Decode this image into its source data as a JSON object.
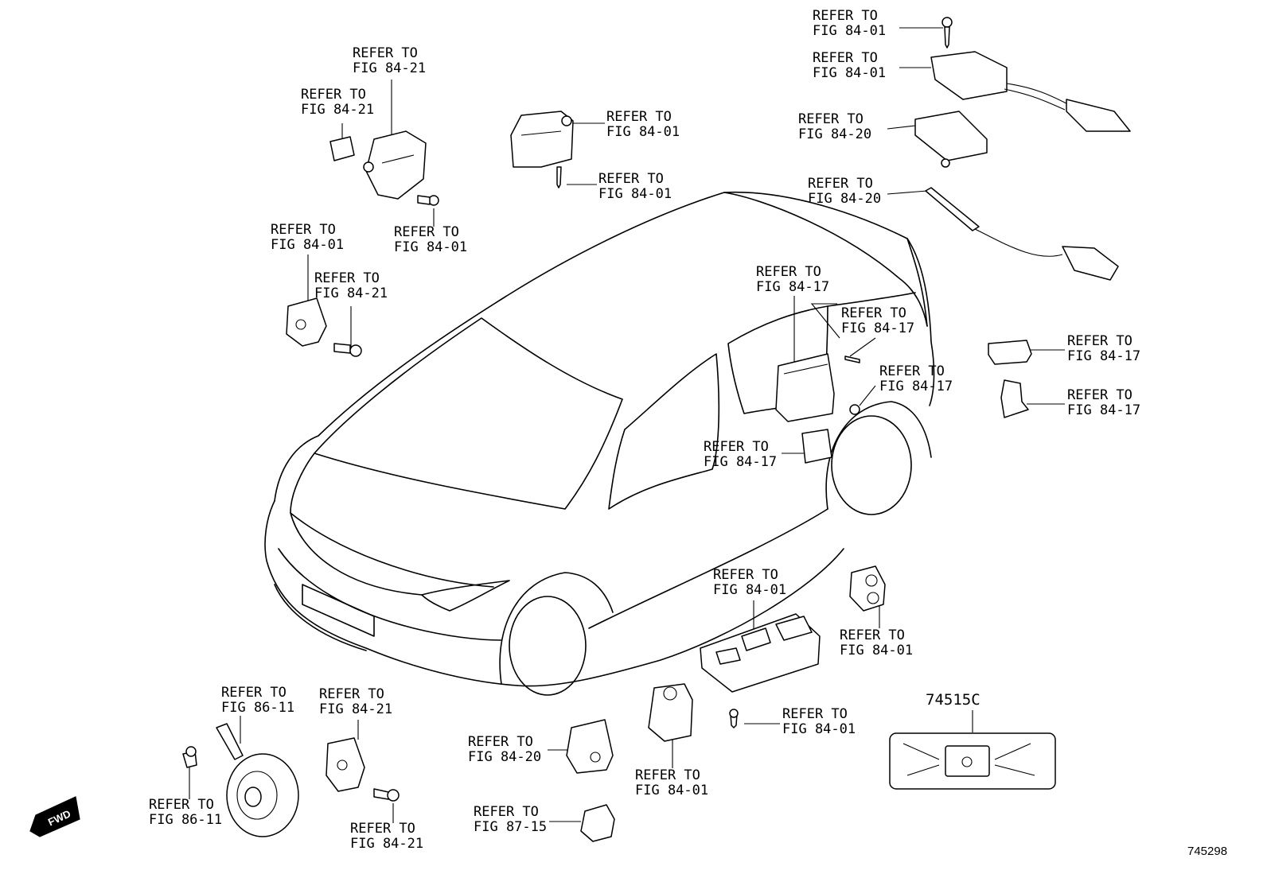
{
  "labels": [
    {
      "line1": "REFER TO",
      "line2": "FIG 84-01"
    },
    {
      "line1": "REFER TO",
      "line2": "FIG 84-01"
    },
    {
      "line1": "REFER TO",
      "line2": "FIG 84-20"
    },
    {
      "line1": "REFER TO",
      "line2": "FIG 84-20"
    },
    {
      "line1": "REFER TO",
      "line2": "FIG 84-01"
    },
    {
      "line1": "REFER TO",
      "line2": "FIG 84-21"
    },
    {
      "line1": "REFER TO",
      "line2": "FIG 84-21"
    },
    {
      "line1": "REFER TO",
      "line2": "FIG 84-01"
    },
    {
      "line1": "REFER TO",
      "line2": "FIG 84-01"
    },
    {
      "line1": "REFER TO",
      "line2": "FIG 84-01"
    },
    {
      "line1": "REFER TO",
      "line2": "FIG 84-21"
    },
    {
      "line1": "REFER TO",
      "line2": "FIG 84-17"
    },
    {
      "line1": "REFER TO",
      "line2": "FIG 84-17"
    },
    {
      "line1": "REFER TO",
      "line2": "FIG 84-17"
    },
    {
      "line1": "REFER TO",
      "line2": "FIG 84-17"
    },
    {
      "line1": "REFER TO",
      "line2": "FIG 84-17"
    },
    {
      "line1": "REFER TO",
      "line2": "FIG 84-17"
    },
    {
      "line1": "REFER TO",
      "line2": "FIG 84-01"
    },
    {
      "line1": "REFER TO",
      "line2": "FIG 84-01"
    },
    {
      "line1": "REFER TO",
      "line2": "FIG 84-01"
    },
    {
      "line1": "REFER TO",
      "line2": "FIG 84-01"
    },
    {
      "line1": "REFER TO",
      "line2": "FIG 86-11"
    },
    {
      "line1": "REFER TO",
      "line2": "FIG 84-21"
    },
    {
      "line1": "REFER TO",
      "line2": "FIG 86-11"
    },
    {
      "line1": "REFER TO",
      "line2": "FIG 84-21"
    },
    {
      "line1": "REFER TO",
      "line2": "FIG 84-20"
    },
    {
      "line1": "REFER TO",
      "line2": "FIG 87-15"
    }
  ],
  "part_code": "74515C",
  "fwd_text": "FWD",
  "drawing_number": "745298"
}
